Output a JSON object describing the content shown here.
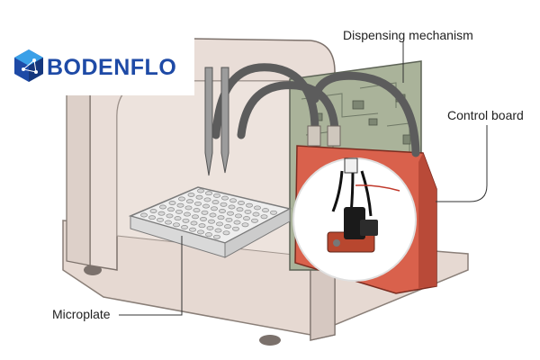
{
  "brand": {
    "name": "BODENFLO",
    "icon": "cube-logo-icon",
    "color": "#1e4aa6",
    "accent": "#3aa0e8"
  },
  "labels": {
    "dispensing": "Dispensing mechanism",
    "control": "Control board",
    "microplate": "Microplate"
  },
  "colors": {
    "housing": "#e9ddd7",
    "housing_dark": "#d6c8c1",
    "interior": "#ede3dd",
    "board": "#aab39a",
    "pump": "#d9614c",
    "tube": "#5c5c5c",
    "plate": "#eeeeee"
  }
}
